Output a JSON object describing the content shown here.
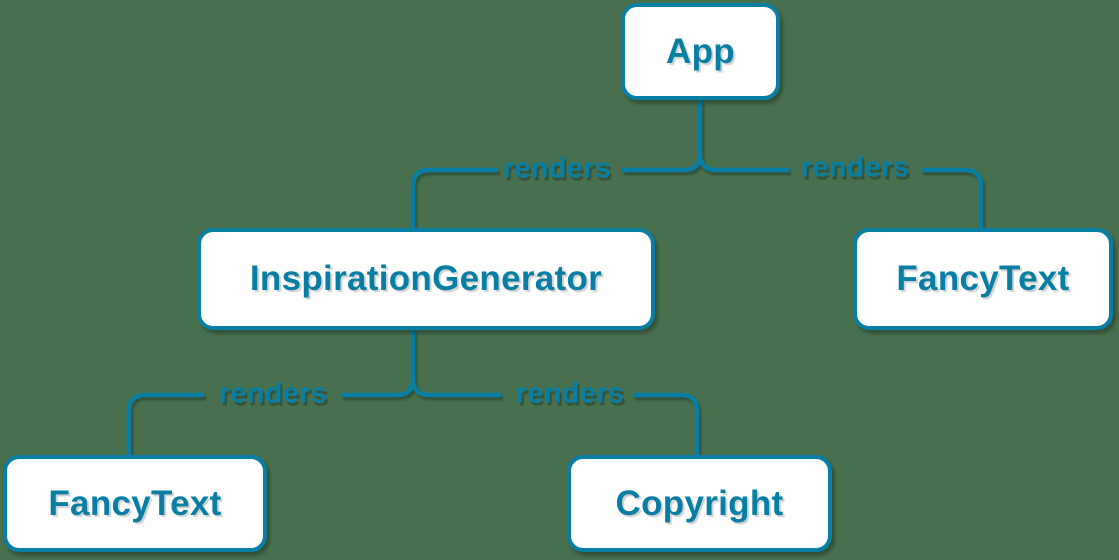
{
  "colors": {
    "accent": "#087ea4",
    "node_fill": "#ffffff",
    "background": "#48704e"
  },
  "nodes": [
    {
      "id": "app",
      "label": "App"
    },
    {
      "id": "inspiration-generator",
      "label": "InspirationGenerator"
    },
    {
      "id": "fancy-text-top",
      "label": "FancyText"
    },
    {
      "id": "fancy-text-bottom",
      "label": "FancyText"
    },
    {
      "id": "copyright",
      "label": "Copyright"
    }
  ],
  "edges": [
    {
      "from": "App",
      "to": "InspirationGenerator",
      "label": "renders"
    },
    {
      "from": "App",
      "to": "FancyText",
      "label": "renders"
    },
    {
      "from": "InspirationGenerator",
      "to": "FancyText",
      "label": "renders"
    },
    {
      "from": "InspirationGenerator",
      "to": "Copyright",
      "label": "renders"
    }
  ]
}
